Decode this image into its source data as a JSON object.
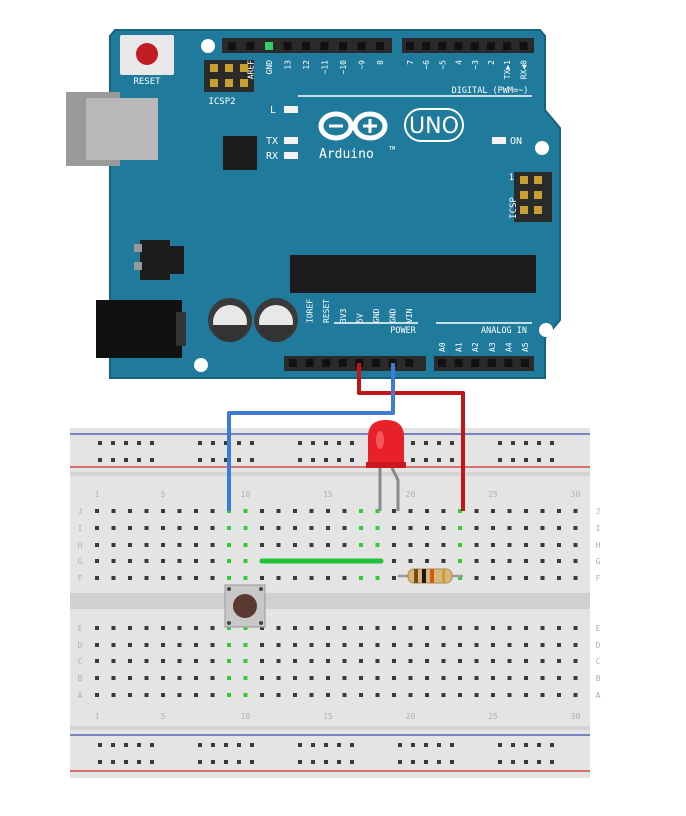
{
  "colors": {
    "board": "#1f7a9c",
    "board_edge": "#16627f",
    "header": "#2a2a2a",
    "breadboard": "#e4e4e4",
    "rail_red": "#d32f2f",
    "rail_blue": "#3949ab",
    "wire_red": "#c0161a",
    "wire_blue": "#3c7cd4",
    "wire_green": "#22c33a",
    "led": "#e8202a",
    "active_hole": "#33cc33"
  },
  "arduino": {
    "reset_label": "RESET",
    "icsp2_label": "ICSP2",
    "icsp_label": "ICSP",
    "icsp_pin1": "1",
    "l_label": "L",
    "tx_label": "TX",
    "rx_label": "RX",
    "on_label": "ON",
    "uno_label": "UNO",
    "brand_label": "Arduino",
    "tm_label": "TM",
    "digital_label": "DIGITAL (PWM=~)",
    "power_label": "POWER",
    "analog_label": "ANALOG IN",
    "top_pins_left": [
      "AREF",
      "GND",
      "13",
      "12",
      "~11",
      "~10",
      "~9",
      "8"
    ],
    "top_pins_right": [
      "7",
      "~6",
      "~5",
      "4",
      "~3",
      "2",
      "TX▶1",
      "RX◀0"
    ],
    "power_pins": [
      "IOREF",
      "RESET",
      "3V3",
      "5V",
      "GND",
      "GND",
      "VIN"
    ],
    "analog_pins": [
      "A0",
      "A1",
      "A2",
      "A3",
      "A4",
      "A5"
    ]
  },
  "breadboard": {
    "row_letters_top": [
      "J",
      "I",
      "H",
      "G",
      "F"
    ],
    "row_letters_bottom": [
      "E",
      "D",
      "C",
      "B",
      "A"
    ],
    "column_numbers": [
      "1",
      "5",
      "10",
      "15",
      "20",
      "25",
      "30"
    ],
    "components": [
      "pushbutton",
      "red-led",
      "resistor"
    ]
  }
}
